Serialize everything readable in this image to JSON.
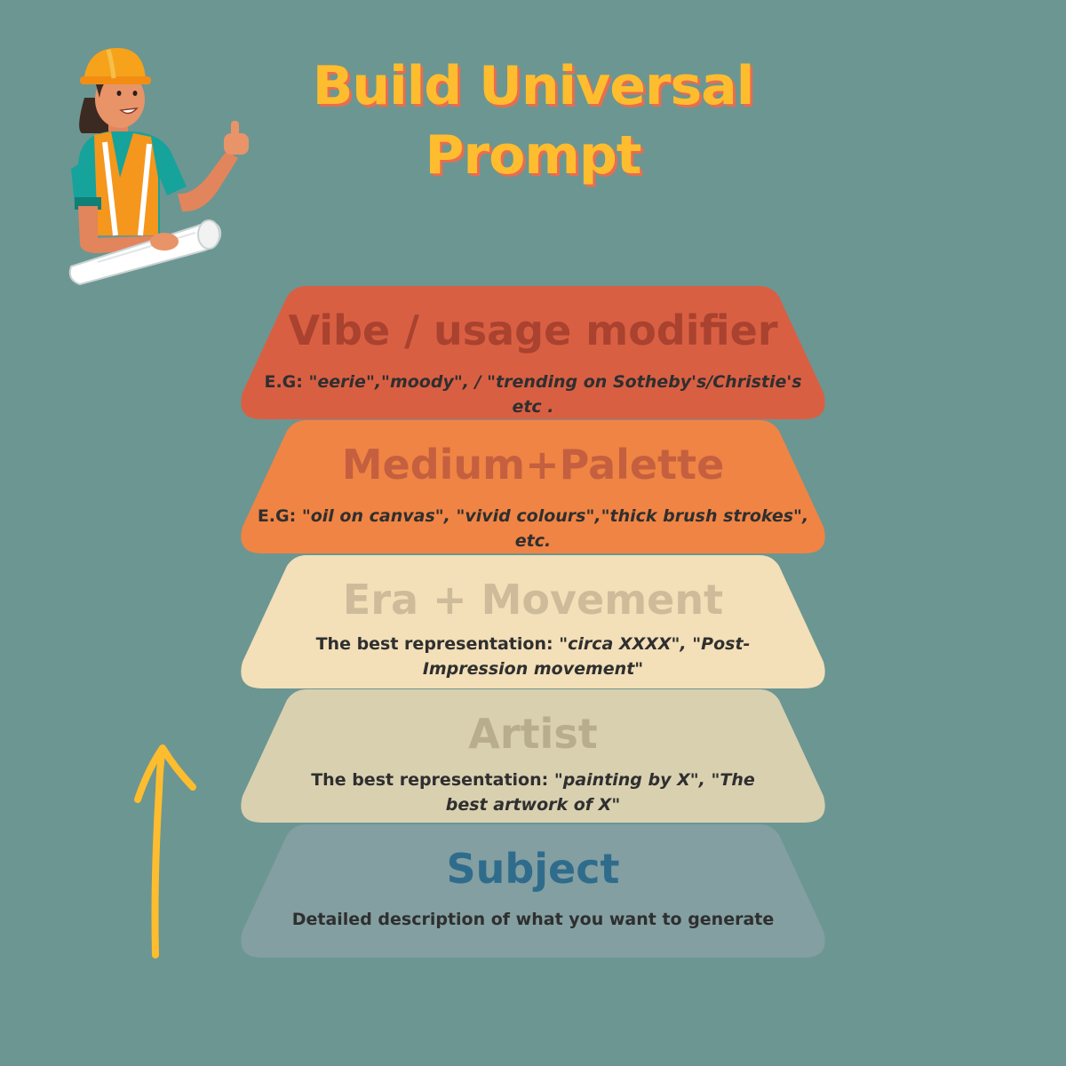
{
  "title": {
    "line1": "Build Universal",
    "line2": "Prompt",
    "color": "#fdbd2e",
    "shadow_color": "#e86d4f"
  },
  "background_color": "#6c9692",
  "tiers": [
    {
      "heading": "Vibe / usage modifier",
      "desc_prefix": "E.G: ",
      "desc_italic": "\"eerie\",\"moody\", / \"trending on Sotheby's/Christie's etc .",
      "fill": "#d95f43",
      "heading_color": "#a9422f"
    },
    {
      "heading": "Medium+Palette",
      "desc_prefix": "E.G: ",
      "desc_italic": "\"oil on canvas\", \"vivid colours\",\"thick brush strokes\", etc.",
      "fill": "#f08444",
      "heading_color": "#c4603f"
    },
    {
      "heading": "Era + Movement",
      "desc_prefix": "The best representation: ",
      "desc_italic": "\"circa XXXX\", \"Post-Impression movement\"",
      "fill": "#f3dfb8",
      "heading_color": "#cdbb9a"
    },
    {
      "heading": "Artist",
      "desc_prefix": "The best representation: ",
      "desc_italic": "\"painting by X\", \"The best artwork of X\"",
      "fill": "#d9d0b0",
      "heading_color": "#b8ad8c"
    },
    {
      "heading": "Subject",
      "desc_prefix": "Detailed description of what you want to generate",
      "desc_italic": "",
      "fill": "#839fa2",
      "heading_color": "#2f6c8c"
    }
  ],
  "icons": {
    "worker": "construction-worker-illustration",
    "arrow": "up-arrow-icon"
  },
  "arrow_color": "#fdbd2e"
}
